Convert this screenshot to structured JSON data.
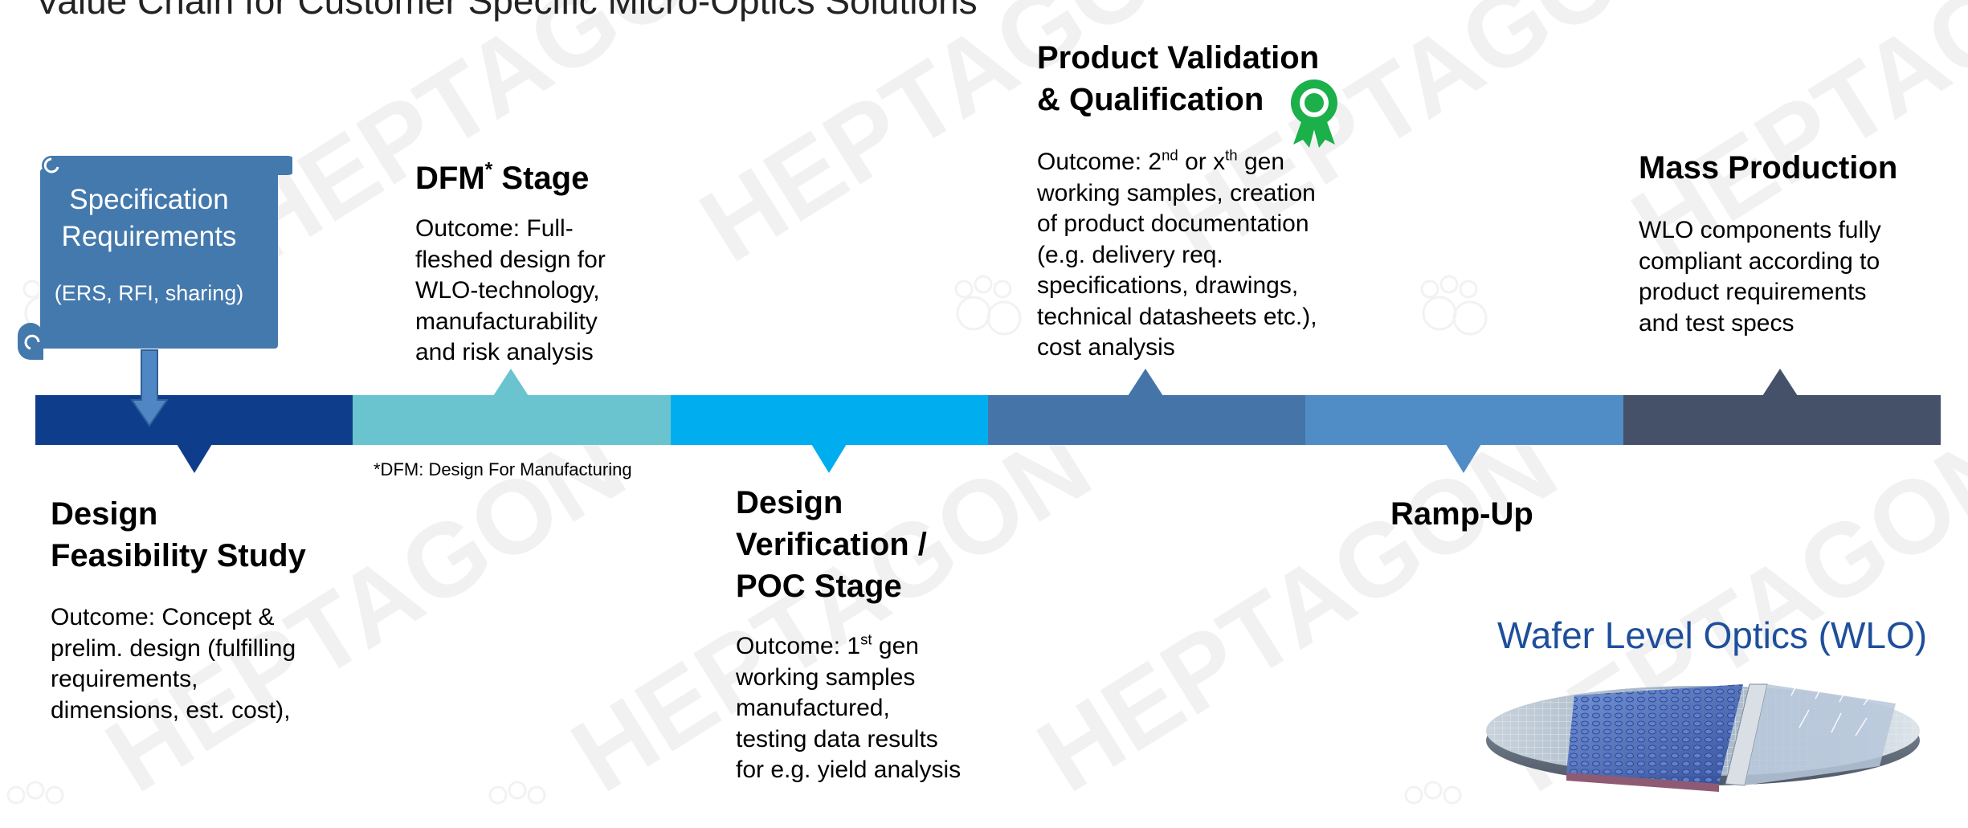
{
  "title": "Value Chain for Customer Specific Micro-Optics Solutions",
  "watermark": "HEPTAGON",
  "colors": {
    "seg1": "#0e3d8c",
    "seg2": "#69c4cf",
    "seg3": "#00aeef",
    "seg4": "#4575a8",
    "seg5": "#508cc6",
    "seg6": "#445168",
    "spec_box": "#4479ad",
    "award": "#1bb04a",
    "wlo_heading": "#1e4f9c"
  },
  "spec_box": {
    "title_lines": [
      "Specification",
      "Requirements"
    ],
    "subtitle": "(ERS, RFI, sharing)"
  },
  "stages": {
    "feasibility": {
      "title_lines": [
        "Design",
        "Feasibility Study"
      ],
      "desc_lines": [
        "Outcome: Concept &",
        "prelim. design (fulfilling",
        "requirements,",
        "dimensions, est. cost),"
      ]
    },
    "dfm": {
      "title_main": "DFM",
      "title_sup": "*",
      "title_rest": " Stage",
      "desc_lines": [
        "Outcome: Full-",
        "fleshed design for",
        "WLO-technology,",
        "manufacturability",
        "and risk analysis"
      ]
    },
    "verification": {
      "title_lines": [
        "Design",
        "Verification /",
        "POC Stage"
      ],
      "desc_first_pre": "Outcome: 1",
      "desc_first_sup": "st",
      "desc_first_post": " gen",
      "desc_lines": [
        "working samples",
        "manufactured,",
        "testing data results",
        "for e.g. yield analysis"
      ]
    },
    "validation": {
      "title_lines": [
        "Product Validation",
        "& Qualification"
      ],
      "desc_first_pre": "Outcome: 2",
      "desc_first_sup1": "nd",
      "desc_first_mid": " or x",
      "desc_first_sup2": "th",
      "desc_first_post": " gen",
      "desc_lines": [
        "working samples, creation",
        "of product documentation",
        "(e.g. delivery req.",
        "specifications, drawings,",
        "technical datasheets etc.),",
        "cost analysis"
      ]
    },
    "rampup": {
      "title": "Ramp-Up"
    },
    "mass": {
      "title": "Mass Production",
      "desc_lines": [
        "WLO components fully",
        "compliant according to",
        "product requirements",
        "and test specs"
      ]
    }
  },
  "footnote": "*DFM: Design For Manufacturing",
  "wlo_heading": "Wafer Level Optics (WLO)",
  "icons": {
    "award": "award-ribbon-icon",
    "spec_arrow": "down-arrow-icon",
    "wafer": "wafer-image"
  }
}
